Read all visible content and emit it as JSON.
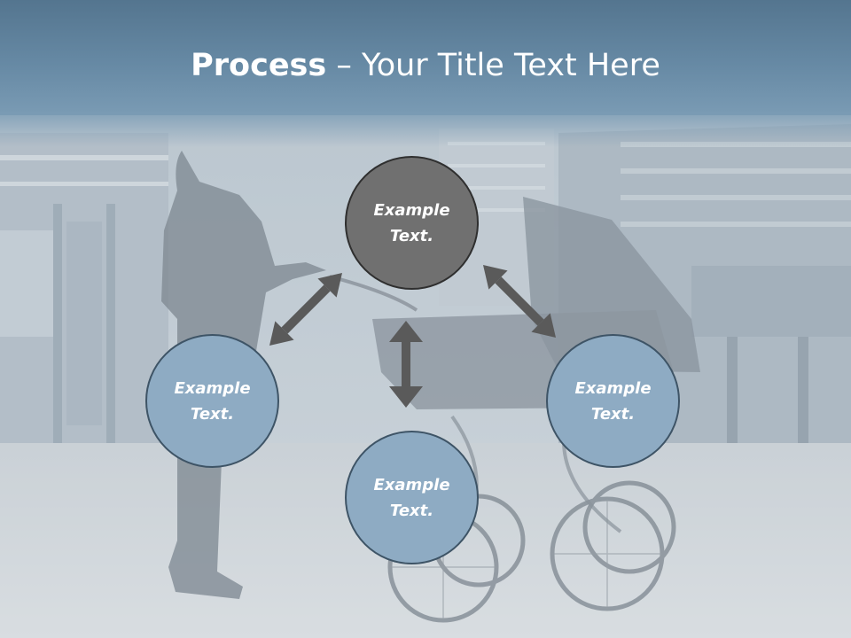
{
  "slide": {
    "title_bold": "Process",
    "title_rest": " – Your Title Text Here"
  },
  "nodes": [
    {
      "id": "top",
      "label": "Example Text.",
      "color": "#707070"
    },
    {
      "id": "left",
      "label": "Example Text.",
      "color": "#8eabc3"
    },
    {
      "id": "right",
      "label": "Example Text.",
      "color": "#8eabc3"
    },
    {
      "id": "bottom",
      "label": "Example Text.",
      "color": "#8eabc3"
    }
  ],
  "connectors": [
    {
      "from": "top",
      "to": "left",
      "style": "double-arrow"
    },
    {
      "from": "top",
      "to": "right",
      "style": "double-arrow"
    },
    {
      "from": "top",
      "to": "bottom",
      "style": "double-arrow"
    }
  ],
  "background": {
    "subject": "woman-with-pram-photo",
    "tint": "#b9c4cd"
  }
}
